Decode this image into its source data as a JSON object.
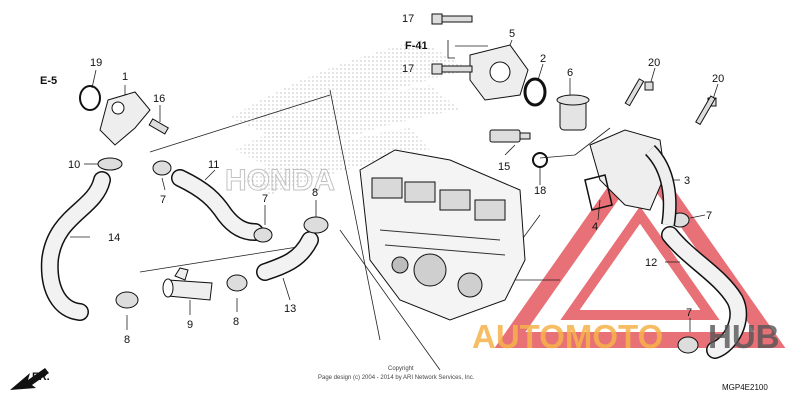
{
  "diagram": {
    "callouts": {
      "c1": "1",
      "c2": "2",
      "c3": "3",
      "c4": "4",
      "c5": "5",
      "c6": "6",
      "c7a": "7",
      "c7b": "7",
      "c7c": "7",
      "c7d": "7",
      "c8a": "8",
      "c8b": "8",
      "c8c": "8",
      "c9": "9",
      "c10": "10",
      "c11": "11",
      "c12": "12",
      "c13": "13",
      "c14": "14",
      "c15": "15",
      "c16": "16",
      "c17a": "17",
      "c17b": "17",
      "c18": "18",
      "c19": "19",
      "c20a": "20",
      "c20b": "20"
    },
    "refs": {
      "e5": "E-5",
      "f41": "F-41",
      "fr": "FR."
    },
    "copyright": {
      "line1": "Copyright",
      "line2": "Page design (c) 2004 - 2014 by ARI Network Services, Inc."
    },
    "code": "MGP4E2100",
    "watermark": {
      "brand_part1": "AUTOMOTO",
      "brand_part2": "HUB",
      "brand_color": "#f4b24a",
      "triangle_color": "#e0404a",
      "honda_text": "HONDA"
    }
  }
}
